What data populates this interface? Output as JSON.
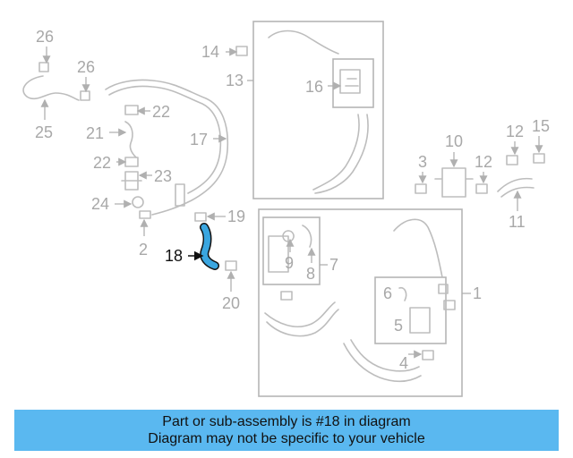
{
  "diagram": {
    "highlighted_part": "18",
    "highlight_color": "#3aa6e0",
    "callouts": {
      "c1": "1",
      "c2": "2",
      "c3": "3",
      "c4": "4",
      "c5": "5",
      "c6": "6",
      "c7": "7",
      "c8": "8",
      "c9": "9",
      "c10": "10",
      "c11": "11",
      "c12a": "12",
      "c12b": "12",
      "c13": "13",
      "c14": "14",
      "c15": "15",
      "c16": "16",
      "c17": "17",
      "c18": "18",
      "c19": "19",
      "c20": "20",
      "c21": "21",
      "c22a": "22",
      "c22b": "22",
      "c23": "23",
      "c24": "24",
      "c25": "25",
      "c26a": "26",
      "c26b": "26"
    }
  },
  "footer": {
    "line1": "Part or sub-assembly is #18 in diagram",
    "line2": "Diagram may not be specific to your vehicle",
    "background": "#5ab8f0"
  }
}
